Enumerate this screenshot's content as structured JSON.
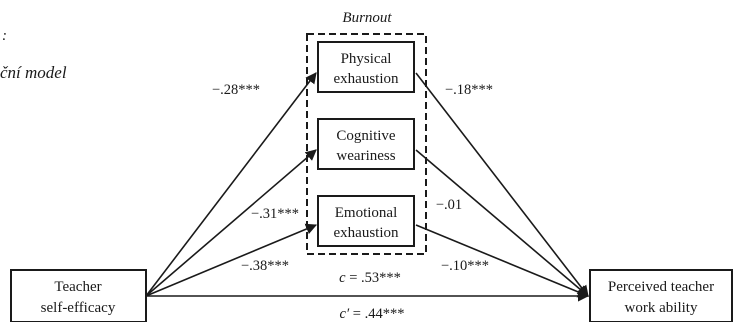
{
  "caption": {
    "line1": ":",
    "line2": "ční model"
  },
  "group_label": "Burnout",
  "nodes": {
    "predictor": [
      "Teacher",
      "self-efficacy"
    ],
    "physical": [
      "Physical",
      "exhaustion"
    ],
    "cognitive": [
      "Cognitive",
      "weariness"
    ],
    "emotional": [
      "Emotional",
      "exhaustion"
    ],
    "outcome": [
      "Perceived teacher",
      "work ability"
    ]
  },
  "paths": {
    "a_physical": "−.28***",
    "a_cognitive": "−.31***",
    "a_emotional": "−.38***",
    "b_physical": "−.18***",
    "b_cognitive": "−.01",
    "b_emotional": "−.10***",
    "total": {
      "symbol": "c",
      "value": " = .53***"
    },
    "direct": {
      "symbol": "c′",
      "value": " = .44***"
    }
  }
}
